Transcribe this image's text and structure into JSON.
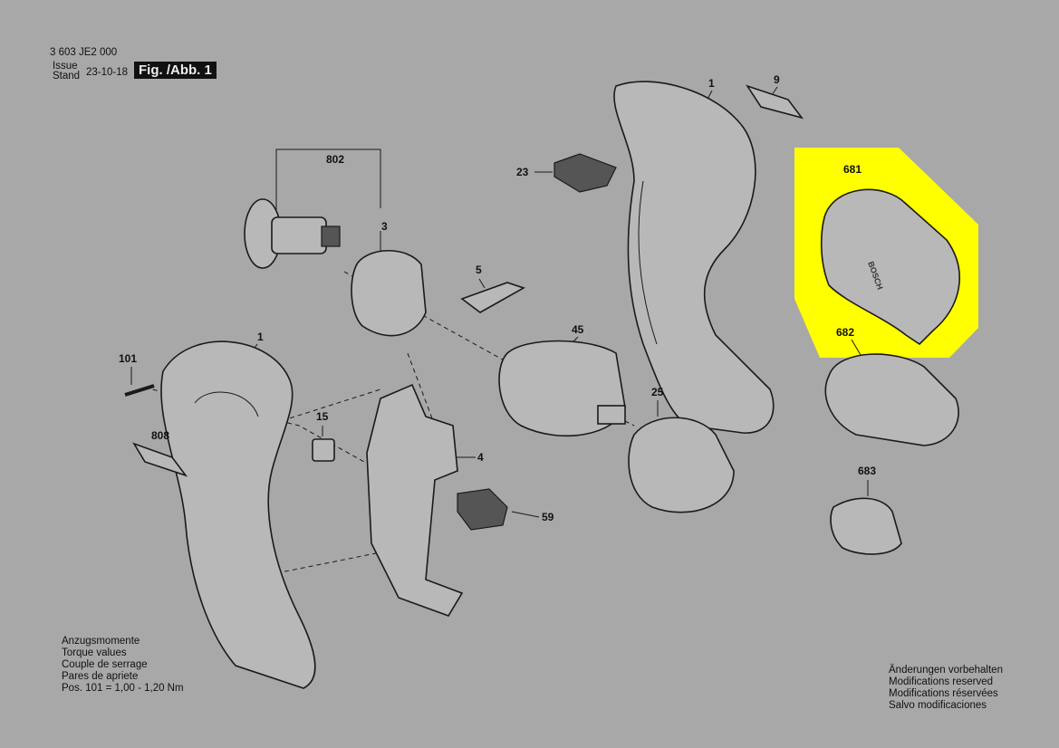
{
  "header": {
    "part_number": "3 603 JE2 000",
    "issue_label": "Issue",
    "stand_label": "Stand",
    "date": "23-10-18",
    "figure_label": "Fig. /Abb. 1"
  },
  "callouts": [
    "1",
    "9",
    "802",
    "23",
    "3",
    "681",
    "5",
    "45",
    "682",
    "1",
    "101",
    "25",
    "15",
    "808",
    "4",
    "683",
    "59"
  ],
  "highlight_color": "#ffff00",
  "highlighted_part": "681",
  "torque_note": [
    "Anzugsmomente",
    "Torque values",
    "Couple de serrage",
    "Pares de apriete",
    "Pos. 101 = 1,00 - 1,20 Nm"
  ],
  "modifications_note": [
    "Änderungen vorbehalten",
    "Modifications reserved",
    "Modifications réservées",
    "Salvo modificaciones"
  ],
  "brand_text": "BOSCH"
}
